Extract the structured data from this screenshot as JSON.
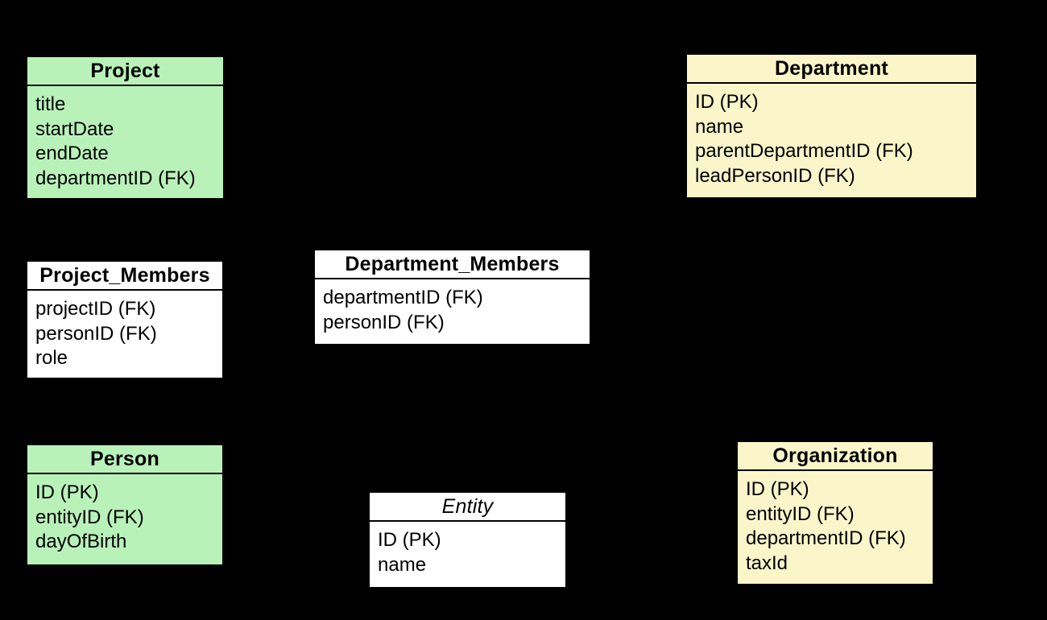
{
  "diagram": {
    "kind": "er-diagram",
    "background_color": "#000000"
  },
  "colors": {
    "green_fill": "#b9f2b9",
    "cream_fill": "#fbf5ca",
    "white_fill": "#ffffff",
    "border": "#000000",
    "text": "#000000"
  },
  "entities": [
    {
      "name": "Project",
      "style": "green",
      "abstract": false,
      "fields": [
        "title",
        "startDate",
        "endDate",
        "departmentID (FK)"
      ]
    },
    {
      "name": "Department",
      "style": "cream",
      "abstract": false,
      "fields": [
        "ID (PK)",
        "name",
        "parentDepartmentID (FK)",
        "leadPersonID (FK)"
      ]
    },
    {
      "name": "Project_Members",
      "style": "white",
      "abstract": false,
      "fields": [
        "projectID (FK)",
        "personID (FK)",
        "role"
      ]
    },
    {
      "name": "Department_Members",
      "style": "white",
      "abstract": false,
      "fields": [
        "departmentID (FK)",
        "personID (FK)"
      ]
    },
    {
      "name": "Person",
      "style": "green",
      "abstract": false,
      "fields": [
        "ID (PK)",
        "entityID (FK)",
        "dayOfBirth"
      ]
    },
    {
      "name": "Entity",
      "style": "white",
      "abstract": true,
      "fields": [
        "ID (PK)",
        "name"
      ]
    },
    {
      "name": "Organization",
      "style": "cream",
      "abstract": false,
      "fields": [
        "ID (PK)",
        "entityID (FK)",
        "departmentID (FK)",
        "taxId"
      ]
    }
  ]
}
